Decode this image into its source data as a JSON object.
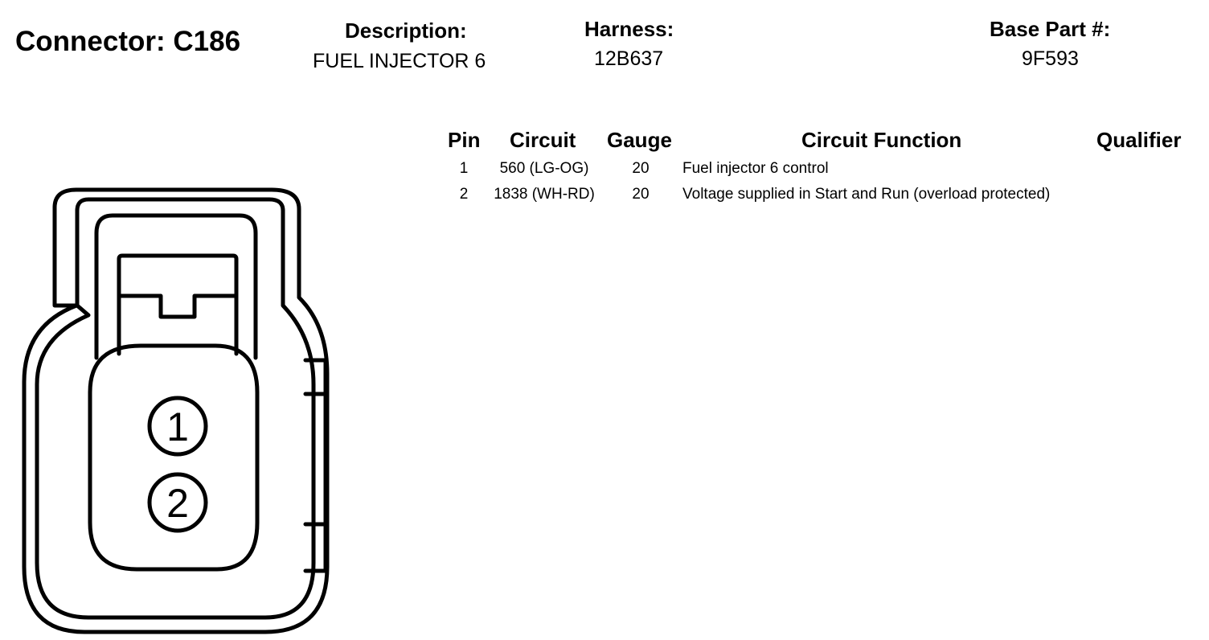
{
  "connector": {
    "label": "Connector: C186"
  },
  "description": {
    "label": "Description:",
    "value": "FUEL INJECTOR 6"
  },
  "harness": {
    "label": "Harness:",
    "value": "12B637"
  },
  "base_part": {
    "label": "Base Part #:",
    "value": "9F593"
  },
  "table": {
    "headers": {
      "pin": "Pin",
      "circuit": "Circuit",
      "gauge": "Gauge",
      "function": "Circuit Function",
      "qualifier": "Qualifier"
    },
    "rows": [
      {
        "pin": "1",
        "circuit": "560 (LG-OG)",
        "gauge": "20",
        "function": "Fuel injector 6 control",
        "qualifier": ""
      },
      {
        "pin": "2",
        "circuit": "1838 (WH-RD)",
        "gauge": "20",
        "function": "Voltage supplied in Start and Run (overload protected)",
        "qualifier": ""
      }
    ]
  },
  "diagram": {
    "pins": [
      "1",
      "2"
    ]
  }
}
